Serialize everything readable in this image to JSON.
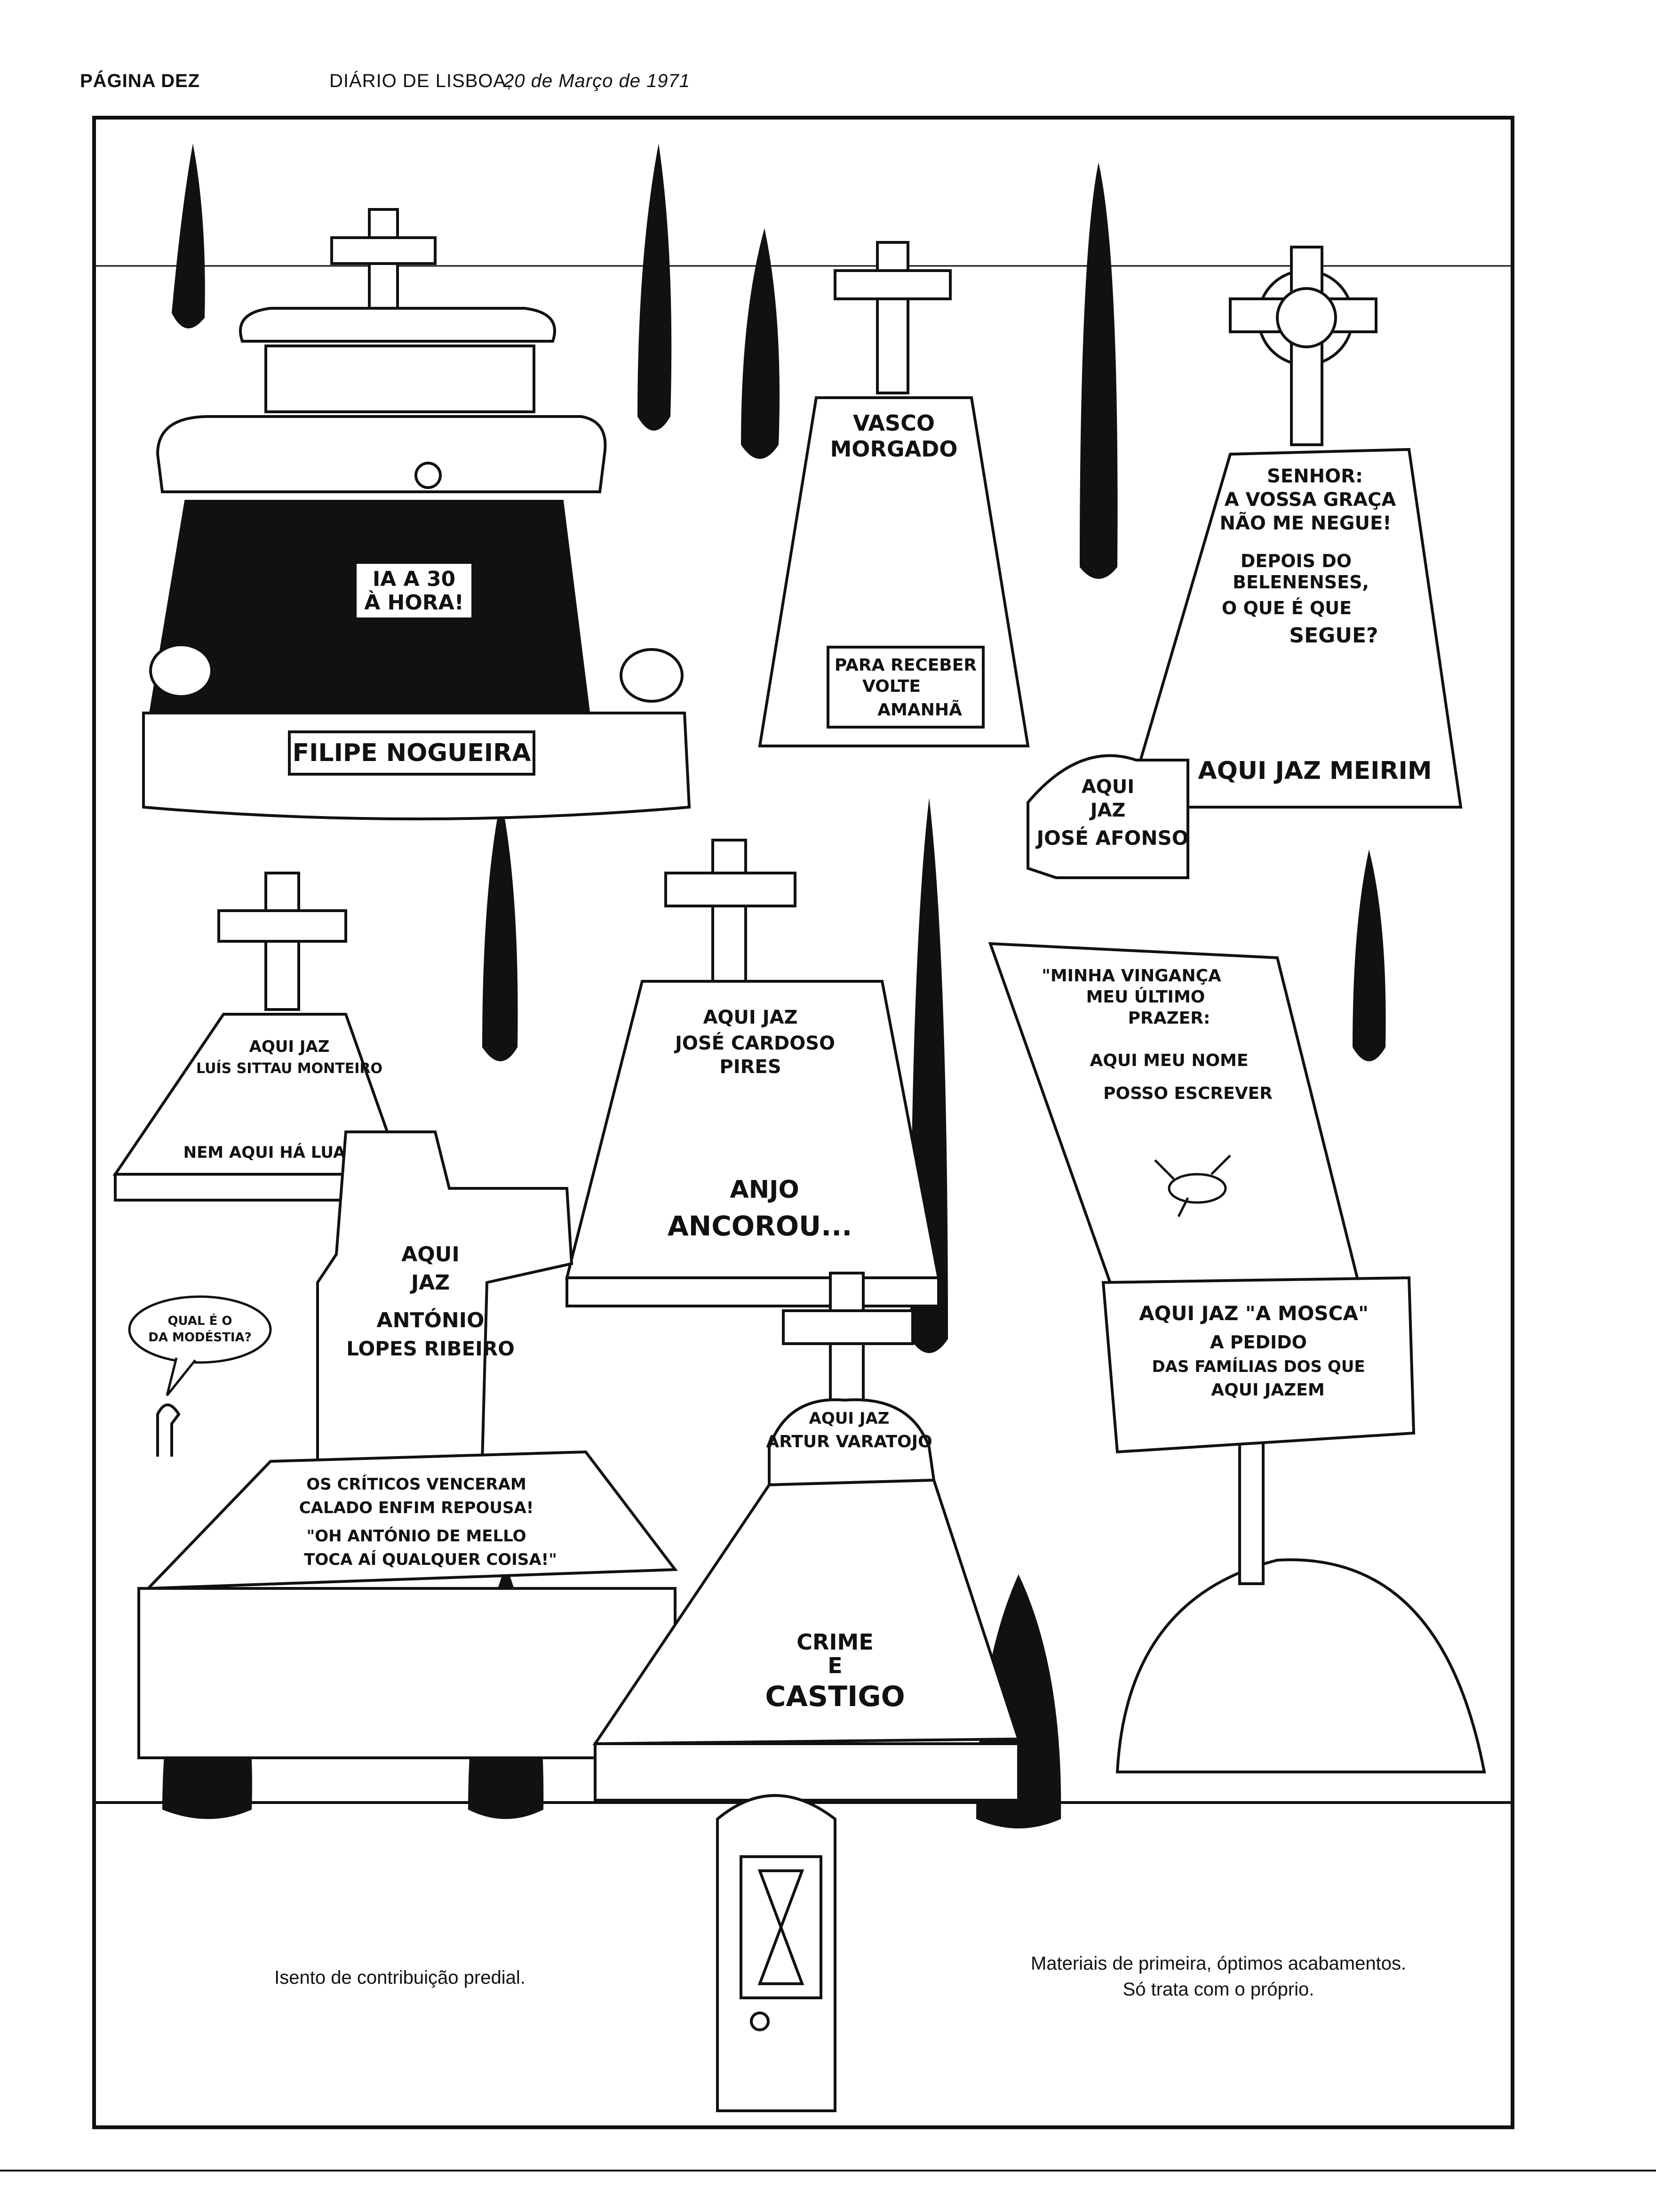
{
  "header": {
    "page_label": "PÁGINA DEZ",
    "newspaper": "DIÁRIO DE LISBOA,",
    "date": "20 de Março de 1971"
  },
  "graves": {
    "car": {
      "sign": [
        "IA A 30",
        "À HORA!"
      ],
      "plate": "FILIPE NOGUEIRA"
    },
    "vasco": {
      "name": [
        "VASCO",
        "MORGADO"
      ],
      "note": [
        "PARA RECEBER",
        "VOLTE",
        "AMANHÃ"
      ]
    },
    "meirim": {
      "epitaph": [
        "SENHOR:",
        "A VOSSA GRAÇA",
        "NÃO ME NEGUE!",
        "DEPOIS DO",
        "BELENENSES,",
        "O QUE É QUE",
        "SEGUE?"
      ],
      "name": "AQUI JAZ MEIRIM"
    },
    "afonso": {
      "head": [
        "AQUI",
        "JAZ",
        "JOSÉ AFONSO"
      ],
      "epitaph": [
        "\"MINHA VINGANÇA",
        "MEU ÚLTIMO",
        "PRAZER:",
        "AQUI MEU NOME",
        "POSSO ESCREVER"
      ]
    },
    "monteiro": {
      "head": "AQUI JAZ",
      "name": "LUÍS SITTAU MONTEIRO",
      "epitaph": "NEM AQUI HÁ LUAR"
    },
    "cardoso": {
      "head": [
        "AQUI JAZ",
        "JOSÉ CARDOSO",
        "PIRES"
      ],
      "epitaph": [
        "ANJO",
        "ANCOROU..."
      ]
    },
    "ribeiro": {
      "head": [
        "AQUI",
        "JAZ",
        "ANTÓNIO",
        "LOPES RIBEIRO"
      ],
      "epitaph": [
        "OS CRÍTICOS VENCERAM",
        "CALADO ENFIM REPOUSA!",
        "\"OH ANTÓNIO DE MELLO",
        "TOCA AÍ QUALQUER COISA!\""
      ]
    },
    "speech": [
      "QUAL É O",
      "DA MODÉSTIA?"
    ],
    "mosca": {
      "sign": [
        "AQUI JAZ \"A MOSCA\"",
        "A PEDIDO",
        "DAS FAMÍLIAS DOS QUE",
        "AQUI JAZEM"
      ]
    },
    "varatojo": {
      "head": [
        "AQUI JAZ",
        "ARTUR VARATOJO"
      ],
      "epitaph": [
        "CRIME",
        "E",
        "CASTIGO"
      ]
    }
  },
  "footer": {
    "left": "Isento de contribuição predial.",
    "right_line1": "Materiais de primeira, óptimos acabamentos.",
    "right_line2": "Só trata com o próprio."
  }
}
